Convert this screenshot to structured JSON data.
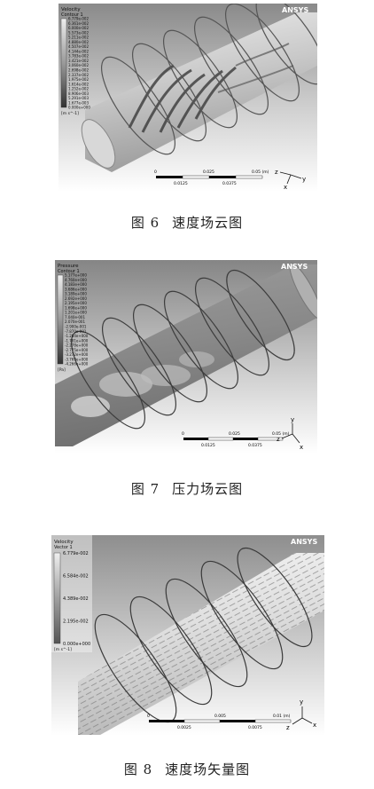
{
  "figures": [
    {
      "caption_num": "图 6",
      "caption_text": "速度场云图",
      "legend_title": "Velocity",
      "legend_subtitle": "Contour 1",
      "legend_values": [
        "6.779e-002",
        "6.361e-002",
        "6.000e-002",
        "5.573e-002",
        "5.211e-002",
        "4.880e-002",
        "4.507e-002",
        "4.144e-002",
        "3.783e-002",
        "3.421e-002",
        "3.060e-002",
        "2.698e-002",
        "2.337e-002",
        "1.975e-002",
        "1.614e-002",
        "1.252e-002",
        "8.906e-003",
        "5.291e-003",
        "1.677e-003",
        "0.000e+000"
      ],
      "legend_unit": "[m s^-1]",
      "brand": "ANSYS",
      "scale_top": [
        "0",
        "0.025",
        "0.05 (m)"
      ],
      "scale_bottom": [
        "0.0125",
        "0.0375"
      ],
      "triad": [
        "z",
        "x",
        "y"
      ]
    },
    {
      "caption_num": "图 7",
      "caption_text": "压力场云图",
      "legend_title": "Pressure",
      "legend_subtitle": "Contour 1",
      "legend_values": [
        "5.177e+000",
        "4.760e+000",
        "4.183e+000",
        "3.686e+000",
        "3.189e+000",
        "2.692e+000",
        "2.195e+000",
        "1.698e+000",
        "1.201e+000",
        "7.040e-001",
        "2.070e-001",
        "-2.900e-001",
        "-7.870e-001",
        "-1.284e+000",
        "-1.781e+000",
        "-2.278e+000",
        "-2.775e+000",
        "-3.272e+000",
        "-3.769e+000",
        "-4.266e+000"
      ],
      "legend_unit": "[Pa]",
      "brand": "ANSYS",
      "scale_top": [
        "0",
        "0.025",
        "0.05 (m)"
      ],
      "scale_bottom": [
        "0.0125",
        "0.0375"
      ],
      "triad": [
        "z",
        "y",
        "x"
      ]
    },
    {
      "caption_num": "图 8",
      "caption_text": "速度场矢量图",
      "legend_title": "Velocity",
      "legend_subtitle": "Vector 1",
      "legend_values": [
        "6.779e-002",
        "6.584e-002",
        "4.389e-002",
        "2.195e-002",
        "0.000e+000"
      ],
      "legend_unit": "[m s^-1]",
      "brand": "ANSYS",
      "scale_top": [
        "0",
        "0.005",
        "0.01 (m)"
      ],
      "scale_bottom": [
        "0.0025",
        "0.0075"
      ],
      "triad": [
        "y",
        "z",
        "x"
      ]
    }
  ]
}
